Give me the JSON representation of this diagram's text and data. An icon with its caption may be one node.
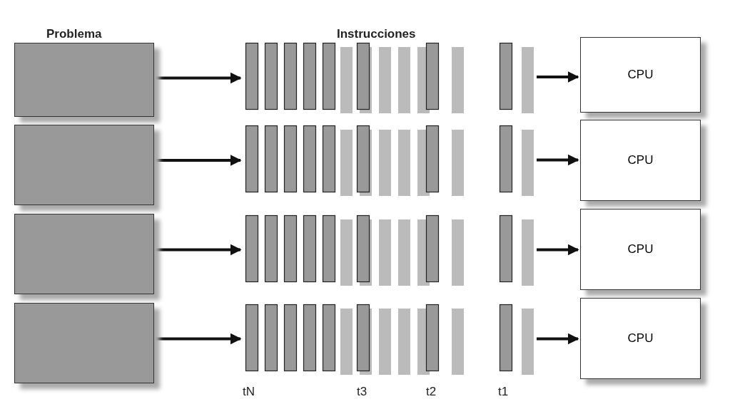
{
  "diagram": {
    "nodes": [
      {
        "text": [],
        "shape": "box"
      },
      {
        "text": [],
        "shape": "bar"
      },
      {
        "text": [
          "CPU"
        ]
      },
      {
        "text": [],
        "shape": "box"
      },
      {
        "text": [],
        "shape": "bar"
      },
      {
        "text": [
          "CPU"
        ]
      },
      {
        "text": [],
        "shape": "box"
      },
      {
        "text": [],
        "shape": "bar"
      },
      {
        "text": [
          "CPU"
        ]
      },
      {
        "text": [],
        "shape": "box"
      },
      {
        "text": [],
        "shape": "bar"
      },
      {
        "text": [
          "CPU"
        ]
      }
    ],
    "edges": [
      {
        "from": 0,
        "to": 1,
        "arrow": "to"
      },
      {
        "from": 1,
        "to": 2,
        "arrow": "to"
      },
      {
        "from": 3,
        "to": 4,
        "arrow": "to"
      },
      {
        "from": 4,
        "to": 5,
        "arrow": "to"
      },
      {
        "from": 6,
        "to": 7,
        "arrow": "to"
      },
      {
        "from": 7,
        "to": 8,
        "arrow": "to"
      },
      {
        "from": 9,
        "to": 10,
        "arrow": "to"
      },
      {
        "from": 10,
        "to": 11,
        "arrow": "to"
      }
    ],
    "labels": [
      "Problema",
      "Instrucciones",
      "tN",
      "t3",
      "t2",
      "t1"
    ]
  }
}
